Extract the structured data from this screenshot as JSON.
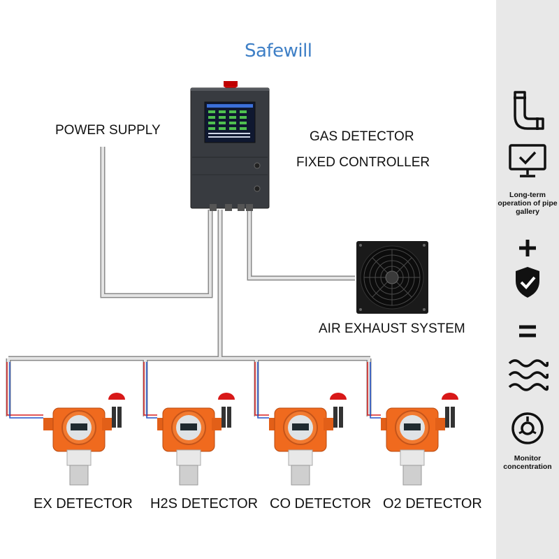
{
  "brand": {
    "logo_text": "Safewill",
    "color": "#3e7fc6"
  },
  "labels": {
    "power_supply": "POWER SUPPLY",
    "controller_line1": "GAS DETECTOR",
    "controller_line2": "FIXED CONTROLLER",
    "exhaust": "AIR EXHAUST SYSTEM"
  },
  "detectors": [
    {
      "label": "EX DETECTOR"
    },
    {
      "label": "H2S DETECTOR"
    },
    {
      "label": "CO DETECTOR"
    },
    {
      "label": "O2 DETECTOR"
    }
  ],
  "sidebar": {
    "icons": [
      "pipe-icon",
      "monitor-check-icon",
      "plus-icon",
      "shield-check-icon",
      "equals-icon",
      "gas-waves-icon",
      "concentration-gauge-icon"
    ],
    "caption_top": "Long-term operation of pipe gallery",
    "caption_bottom": "Monitor concentration"
  },
  "colors": {
    "detector_body": "#f06a1e",
    "alarm_red": "#d81818",
    "controller": "#3a3d42",
    "pipe": "#bfbfbf",
    "sidebar_bg": "#e8e8e8"
  }
}
